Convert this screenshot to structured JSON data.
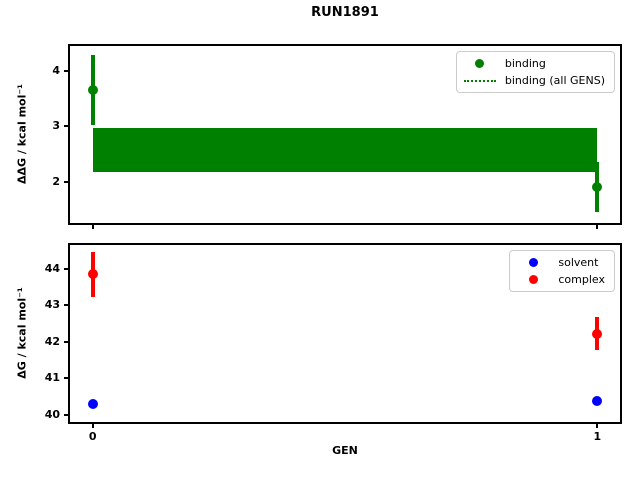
{
  "title": "RUN1891",
  "xlabel": "GEN",
  "chart_data": [
    {
      "type": "scatter",
      "title": "",
      "ylabel": "ΔΔG / kcal mol⁻¹",
      "x": [
        0,
        1
      ],
      "xlim": [
        -0.045,
        1.045
      ],
      "ylim": [
        1.25,
        4.45
      ],
      "yticks": [
        2,
        3,
        4
      ],
      "xticks": [
        0,
        1
      ],
      "xtick_labels": [
        "0",
        "1"
      ],
      "show_xtick_labels": false,
      "grid": false,
      "series": [
        {
          "name": "binding",
          "color": "#008000",
          "marker": "circle",
          "values": [
            3.65,
            1.9
          ],
          "errors": [
            0.63,
            0.45
          ]
        }
      ],
      "band": {
        "label": "binding (all GENS)",
        "color": "#008000",
        "low": 2.17,
        "high": 2.97,
        "x_from": 0,
        "x_to": 1
      },
      "legend": {
        "position": "upper right",
        "entries": [
          {
            "label": "binding",
            "swatch": "circle",
            "color": "#008000"
          },
          {
            "label": "binding (all GENS)",
            "swatch": "dotted-line",
            "color": "#008000"
          }
        ]
      }
    },
    {
      "type": "scatter",
      "title": "",
      "ylabel": "ΔG / kcal mol⁻¹",
      "x": [
        0,
        1
      ],
      "xlim": [
        -0.045,
        1.045
      ],
      "ylim": [
        39.8,
        44.65
      ],
      "yticks": [
        40,
        41,
        42,
        43,
        44
      ],
      "xticks": [
        0,
        1
      ],
      "xtick_labels": [
        "0",
        "1"
      ],
      "show_xtick_labels": true,
      "grid": false,
      "series": [
        {
          "name": "solvent",
          "color": "#0000ff",
          "marker": "circle",
          "values": [
            40.28,
            40.38
          ],
          "errors": [
            0.1,
            0.1
          ]
        },
        {
          "name": "complex",
          "color": "#ff0000",
          "marker": "circle",
          "values": [
            43.85,
            42.22
          ],
          "errors": [
            0.62,
            0.45
          ]
        }
      ],
      "legend": {
        "position": "upper right",
        "entries": [
          {
            "label": "solvent",
            "swatch": "circle",
            "color": "#0000ff"
          },
          {
            "label": "complex",
            "swatch": "circle",
            "color": "#ff0000"
          }
        ]
      }
    }
  ]
}
